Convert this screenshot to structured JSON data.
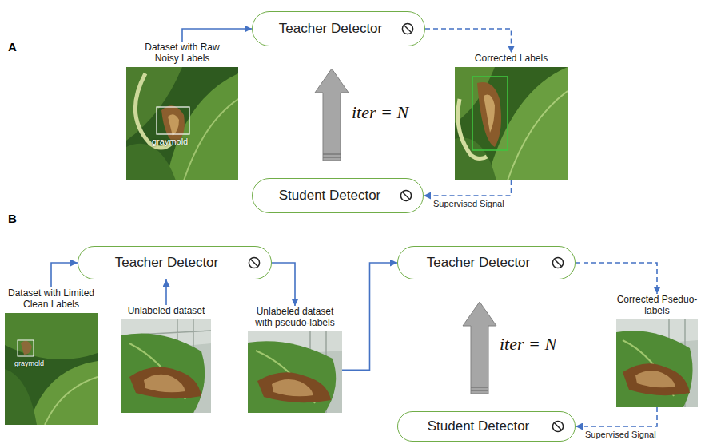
{
  "diagram": {
    "nodes": [
      {
        "text": [
          "Teacher Detector"
        ]
      },
      {
        "text": [
          "Dataset with Raw Noisy Labels"
        ]
      },
      {
        "text": [
          "Corrected Labels"
        ]
      },
      {
        "text": [
          "Student Detector"
        ]
      },
      {
        "text": [
          "Teacher Detector"
        ]
      },
      {
        "text": [
          "Dataset with Limited Clean Labels"
        ]
      },
      {
        "text": [
          "Unlabeled dataset"
        ]
      },
      {
        "text": [
          "Unlabeled dataset with pseudo-labels"
        ]
      },
      {
        "text": [
          "Teacher Detector"
        ]
      },
      {
        "text": [
          "Corrected Pseduo-labels"
        ]
      },
      {
        "text": [
          "Student Detector"
        ]
      }
    ],
    "edges": [
      {
        "from": 1,
        "to": 0,
        "arrow": "to"
      },
      {
        "from": 0,
        "to": 2,
        "arrow": "to"
      },
      {
        "from": 2,
        "to": 3,
        "label": "Supervised Signal",
        "arrow": "to"
      },
      {
        "from": 3,
        "to": 0,
        "arrow": "to"
      },
      {
        "from": 5,
        "to": 4,
        "arrow": "to"
      },
      {
        "from": 6,
        "to": 4,
        "arrow": "to"
      },
      {
        "from": 4,
        "to": 7,
        "arrow": "to"
      },
      {
        "from": 7,
        "to": 8,
        "arrow": "to"
      },
      {
        "from": 8,
        "to": 9,
        "arrow": "to"
      },
      {
        "from": 9,
        "to": 10,
        "label": "Supervised Signal",
        "arrow": "to"
      },
      {
        "from": 10,
        "to": 8,
        "arrow": "to"
      }
    ],
    "labels": [
      "A",
      "B",
      "graymold",
      "graymold",
      "iter = N",
      "iter = N"
    ]
  }
}
